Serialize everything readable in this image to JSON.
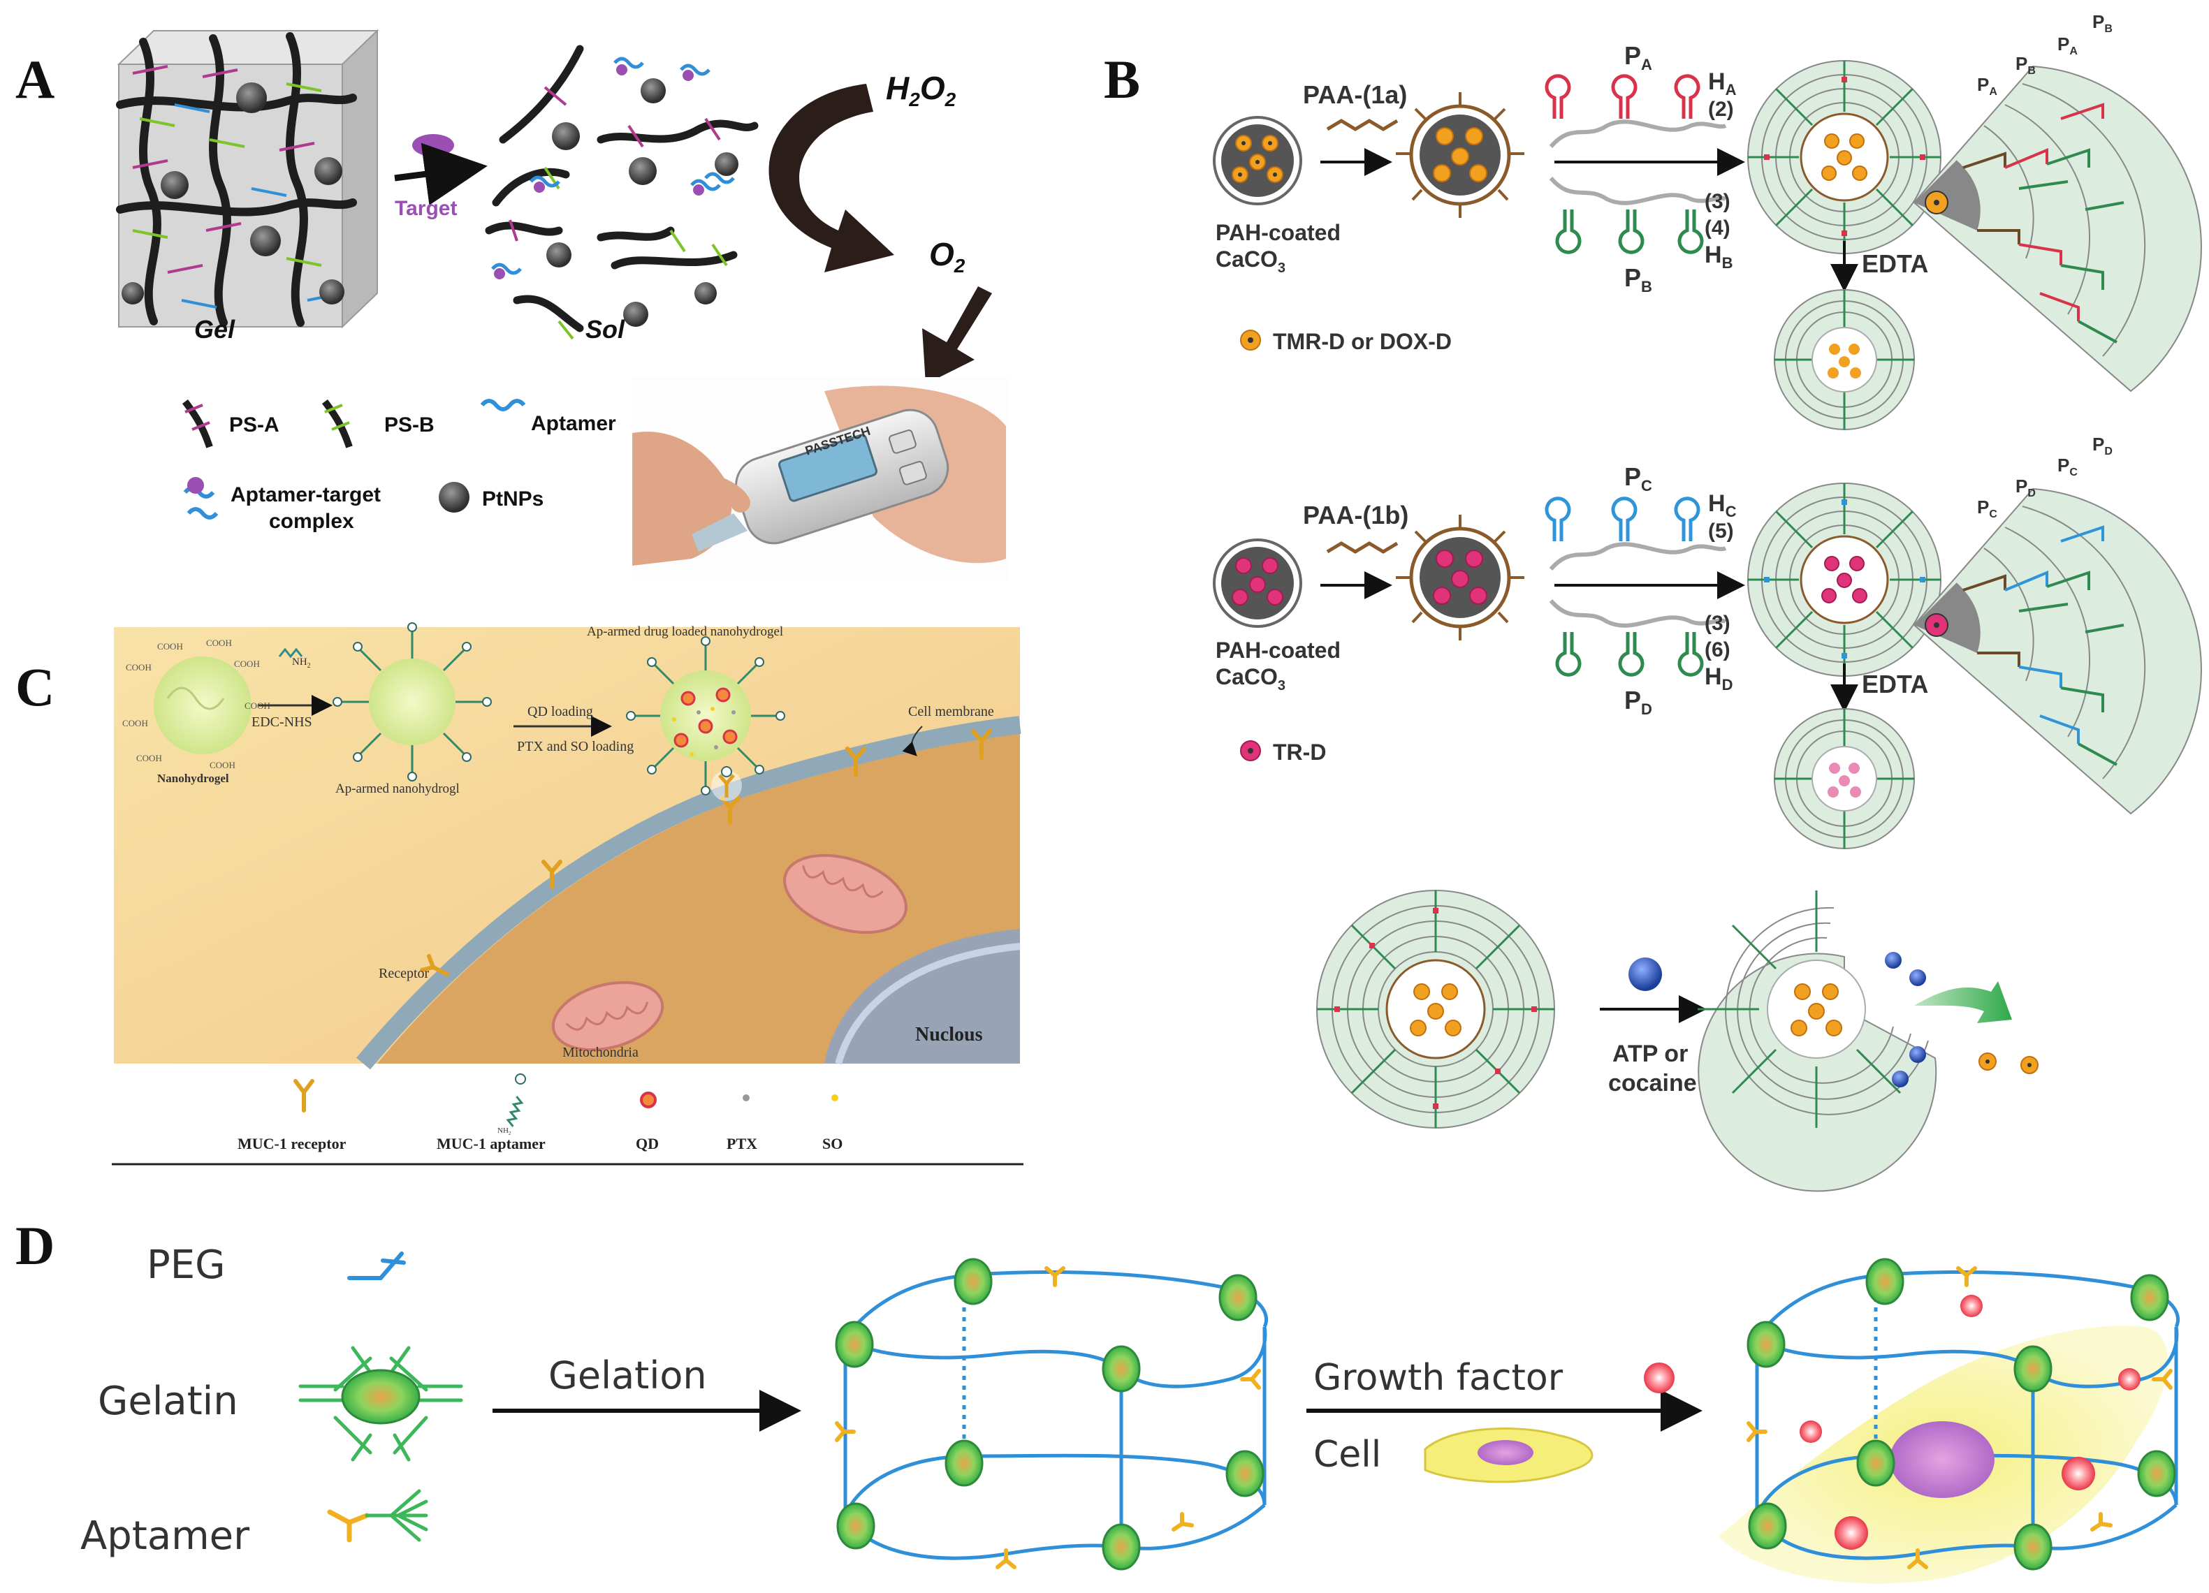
{
  "panels": {
    "a": {
      "letter": "A",
      "target_label": "Target",
      "gel_label": "Gel",
      "sol_label": "Sol",
      "h2o2_label": "H",
      "h2o2_sub1": "2",
      "h2o2_mid": "O",
      "h2o2_sub2": "2",
      "o2_label": "O",
      "o2_sub": "2",
      "legend": {
        "ps_a": "PS-A",
        "ps_b": "PS-B",
        "aptamer": "Aptamer",
        "complex_line1": "Aptamer-target",
        "complex_line2": "complex",
        "ptnps": "PtNPs"
      },
      "device_brand": "PASSTECH",
      "colors": {
        "strand": "#1e1e1e",
        "ps_a": "#b03a8e",
        "ps_b": "#7cc42a",
        "aptamer": "#2f8fd8",
        "target": "#9b4fb3",
        "nanoparticle": "#555555"
      }
    },
    "b": {
      "letter": "B",
      "top": {
        "paa": "PAA-(1a)",
        "core_line1": "PAH-coated",
        "core_line2": "CaCO",
        "core_sub": "3",
        "probe_top": "P",
        "probe_top_sub": "A",
        "hairpin_top": "H",
        "hairpin_top_sub": "A",
        "hairpin_top_num": "(2)",
        "probe_bottom": "P",
        "probe_bottom_sub": "B",
        "num_3": "(3)",
        "num_4": "(4)",
        "hairpin_bottom": "H",
        "hairpin_bottom_sub": "B",
        "edta": "EDTA",
        "legend": "TMR-D or DOX-D",
        "wedge_labels": [
          {
            "p": "P",
            "s": "A"
          },
          {
            "p": "P",
            "s": "B"
          },
          {
            "p": "P",
            "s": "A"
          },
          {
            "p": "P",
            "s": "B"
          }
        ]
      },
      "bottom": {
        "paa": "PAA-(1b)",
        "core_line1": "PAH-coated",
        "core_line2": "CaCO",
        "core_sub": "3",
        "probe_top": "P",
        "probe_top_sub": "C",
        "hairpin_top": "H",
        "hairpin_top_sub": "C",
        "hairpin_top_num": "(5)",
        "probe_bottom": "P",
        "probe_bottom_sub": "D",
        "num_3": "(3)",
        "num_6": "(6)",
        "hairpin_bottom": "H",
        "hairpin_bottom_sub": "D",
        "edta": "EDTA",
        "legend": "TR-D",
        "wedge_labels": [
          {
            "p": "P",
            "s": "C"
          },
          {
            "p": "P",
            "s": "D"
          },
          {
            "p": "P",
            "s": "C"
          },
          {
            "p": "P",
            "s": "D"
          }
        ]
      },
      "release": {
        "line1": "ATP or",
        "line2": "cocaine"
      },
      "colors": {
        "orange": "#f2a020",
        "pink": "#e0337a",
        "red_probe": "#d8334a",
        "green_probe": "#2e8a4e",
        "blue_probe": "#2f95d8",
        "shell": "#dcecdf"
      }
    },
    "c": {
      "letter": "C",
      "title": "Ap-armed drug loaded nanohydrogel",
      "edc": "EDC-NHS",
      "nh2": "NH",
      "nh2_sub": "2",
      "cooh": "COOH",
      "nanohydrogel": "Nanohydrogel",
      "ap_armed": "Ap-armed nanohydrogl",
      "qd_loading": "QD loading",
      "ptx_so_loading": "PTX and SO loading",
      "cell_membrane": "Cell membrane",
      "receptor": "Receptor",
      "mitochondria": "Mitochondria",
      "nucleus": "Nuclous",
      "legend": {
        "muc1_receptor": "MUC-1 receptor",
        "muc1_aptamer": "MUC-1 aptamer",
        "qd": "QD",
        "ptx": "PTX",
        "so": "SO"
      },
      "colors": {
        "background": "#f7d89a",
        "cell": "#d9a561",
        "membrane": "#8fa9b8",
        "mito": "#eaa49a",
        "receptor": "#e0a020"
      }
    },
    "d": {
      "letter": "D",
      "peg": "PEG",
      "gelatin": "Gelatin",
      "aptamer": "Aptamer",
      "gelation": "Gelation",
      "growth_factor": "Growth factor",
      "cell": "Cell",
      "colors": {
        "peg": "#2f8fd8",
        "gelatin": "#3cb85a",
        "aptamer": "#f0b020",
        "growth_factor": "#e8384a",
        "cell": "#f3ee6a"
      }
    }
  }
}
